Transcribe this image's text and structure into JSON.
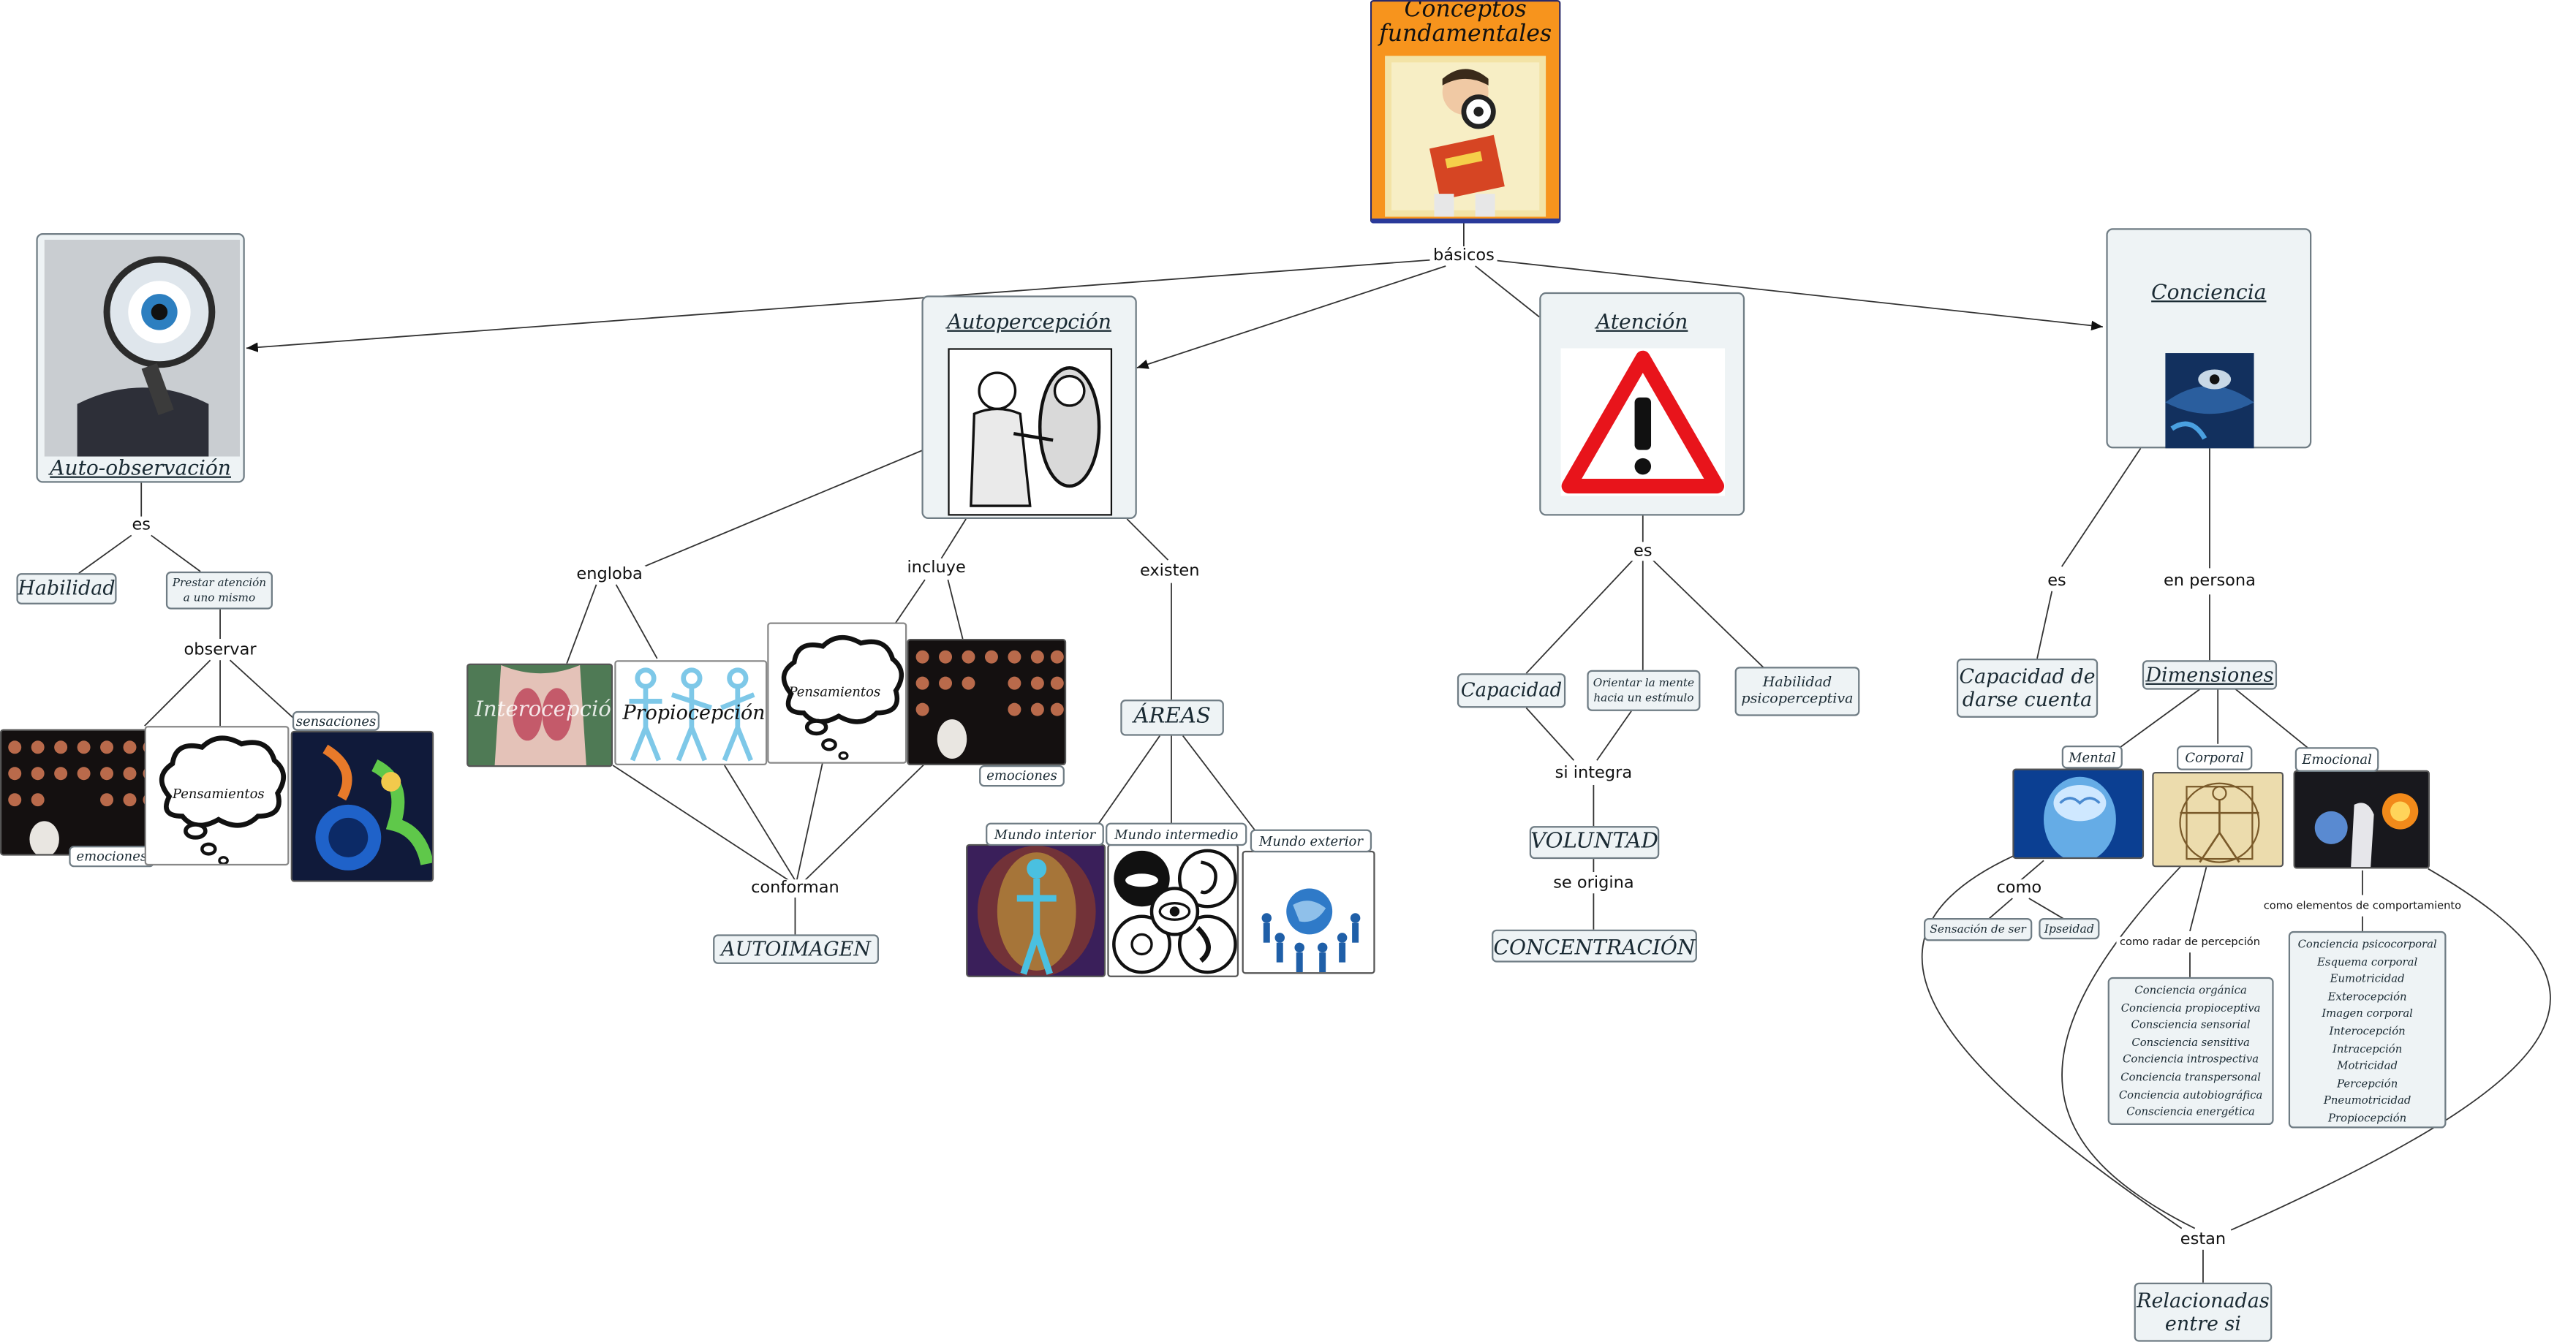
{
  "root": {
    "title": "Conceptos fundamentales",
    "link": "básicos"
  },
  "auto_observacion": {
    "title": "Auto-observación",
    "link_es": "es",
    "habilidad": "Habilidad",
    "prestar": "Prestar atención a uno mismo",
    "link_observar": "observar",
    "emociones": "emociones",
    "pensamientos": "Pensamientos",
    "sensaciones": "sensaciones"
  },
  "autopercepcion": {
    "title": "Autopercepción",
    "link_engloba": "engloba",
    "link_incluye": "incluye",
    "link_existen": "existen",
    "interocepcion": "Interocepción",
    "propiocepcion": "Propiocepción",
    "pensamientos": "Pensamientos",
    "emociones": "emociones",
    "link_conforman": "conforman",
    "autoimagen": "AUTOIMAGEN",
    "areas": "ÁREAS",
    "mundo_interior": "Mundo interior",
    "mundo_intermedio": "Mundo intermedio",
    "mundo_exterior": "Mundo exterior"
  },
  "atencion": {
    "title": "Atención",
    "link_es": "es",
    "capacidad": "Capacidad",
    "orientar": "Orientar la mente hacia un estímulo",
    "habilidad": "Habilidad psicoperceptiva",
    "link_integra": "si integra",
    "voluntad": "VOLUNTAD",
    "link_origina": "se origina",
    "concentracion": "CONCENTRACIÓN"
  },
  "conciencia": {
    "title": "Conciencia",
    "link_es": "es",
    "capacidad": "Capacidad de darse cuenta",
    "link_persona": "en persona",
    "dimensiones": "Dimensiones",
    "mental": "Mental",
    "corporal": "Corporal",
    "emocional": "Emocional",
    "link_como": "como",
    "sensacion": "Sensación de ser",
    "ipseidad": "Ipseidad",
    "link_radar": "como radar de percepción",
    "corporal_list": [
      "Conciencia orgánica",
      "Conciencia propioceptiva",
      "Consciencia sensorial",
      "Consciencia sensitiva",
      "Conciencia introspectiva",
      "Conciencia transpersonal",
      "Conciencia autobiográfica",
      "Consciencia energética"
    ],
    "link_elementos": "como elementos de comportamiento",
    "emocional_list": [
      "Conciencia psicocorporal",
      "Esquema corporal",
      "Eumotricidad",
      "Exterocepción",
      "Imagen corporal",
      "Interocepción",
      "Intracepción",
      "Motricidad",
      "Percepción",
      "Pneumotricidad",
      "Propiocepción"
    ],
    "link_estan": "estan",
    "relacionadas": "Relacionadas entre si"
  },
  "icons": [
    "magnifier-eye-icon",
    "mirror-icon",
    "warning-icon",
    "eye-icon",
    "thought-cloud-icon",
    "brain-icon",
    "vitruvian-icon",
    "lips-ear-eye-icon",
    "globe-people-icon"
  ],
  "colors": {
    "root_bg": "#f7941d",
    "node_bg": "#eef3f5",
    "border": "#6f7c84",
    "warning_red": "#e8141b"
  }
}
